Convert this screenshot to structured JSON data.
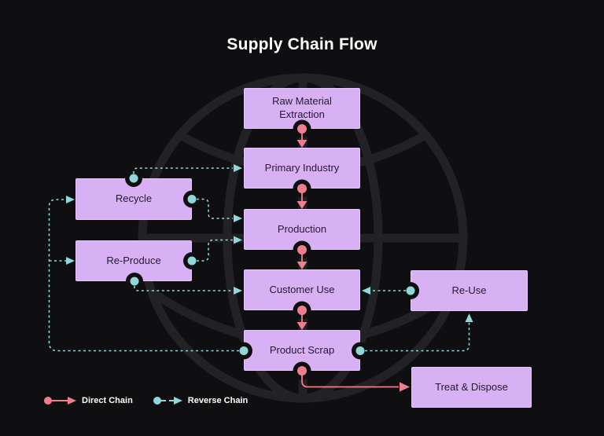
{
  "title": "Supply Chain Flow",
  "diagram": {
    "nodes": [
      {
        "label": "Raw Material Extraction"
      },
      {
        "label": "Primary Industry"
      },
      {
        "label": "Recycle"
      },
      {
        "label": "Production"
      },
      {
        "label": "Re-Produce"
      },
      {
        "label": "Customer Use"
      },
      {
        "label": "Re-Use"
      },
      {
        "label": "Product Scrap"
      },
      {
        "label": "Treat & Dispose"
      }
    ],
    "edges": {
      "direct": [
        {
          "from": "Raw Material Extraction",
          "to": "Primary Industry"
        },
        {
          "from": "Primary Industry",
          "to": "Production"
        },
        {
          "from": "Production",
          "to": "Customer Use"
        },
        {
          "from": "Customer Use",
          "to": "Product Scrap"
        },
        {
          "from": "Product Scrap",
          "to": "Treat & Dispose"
        }
      ],
      "reverse": [
        {
          "from": "Recycle",
          "to": "Primary Industry"
        },
        {
          "from": "Recycle",
          "to": "Production"
        },
        {
          "from": "Re-Produce",
          "to": "Production"
        },
        {
          "from": "Re-Produce",
          "to": "Customer Use"
        },
        {
          "from": "Re-Use",
          "to": "Customer Use"
        },
        {
          "from": "Product Scrap",
          "to": "Re-Use"
        },
        {
          "from": "Product Scrap",
          "to": "Recycle"
        },
        {
          "from": "Product Scrap",
          "to": "Re-Produce"
        }
      ]
    }
  },
  "legend": {
    "direct_label": "Direct Chain",
    "reverse_label": "Reverse Chain"
  },
  "colors": {
    "background": "#0f0f11",
    "node_fill": "#d8b1f4",
    "node_text": "#221a30",
    "direct_chain": "#ef7f8e",
    "reverse_chain": "#8fd8da",
    "globe": "#222226",
    "title_text": "#ffffff"
  }
}
